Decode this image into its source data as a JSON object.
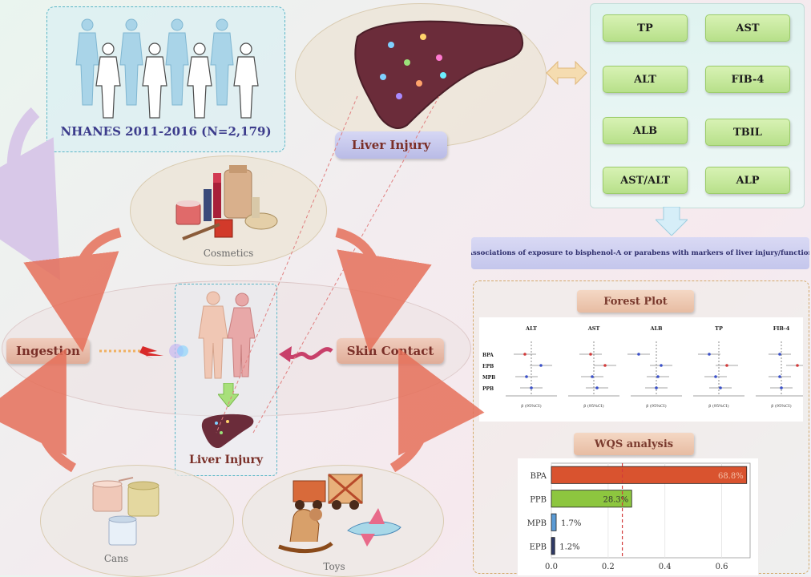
{
  "population": {
    "label": "NHANES  2011-2016  (N=2,179)"
  },
  "liver_top": {
    "label": "Liver Injury"
  },
  "markers": [
    "TP",
    "AST",
    "ALT",
    "FIB-4",
    "ALB",
    "TBIL",
    "AST/ALT",
    "ALP"
  ],
  "association_title": "Associations of exposure to bisphenol-A or parabens with markers of liver injury/function",
  "sources": {
    "cosmetics": "Cosmetics",
    "cans": "Cans",
    "toys": "Toys"
  },
  "routes": {
    "ingestion": "Ingestion",
    "skin_contact": "Skin Contact"
  },
  "liver_center": {
    "label": "Liver Injury"
  },
  "forest_plot": {
    "title": "Forest Plot",
    "panels": [
      "ALT",
      "AST",
      "ALB",
      "TP",
      "FIB-4"
    ],
    "rows": [
      "BPA",
      "EPB",
      "MPB",
      "PPB"
    ],
    "xlabel": "β (95%CI)"
  },
  "wqs": {
    "title": "WQS analysis",
    "chart_data": {
      "type": "bar",
      "orientation": "horizontal",
      "categories": [
        "BPA",
        "PPB",
        "MPB",
        "EPB"
      ],
      "values": [
        68.8,
        28.3,
        1.7,
        1.2
      ],
      "value_labels": [
        "68.8%",
        "28.3%",
        "1.7%",
        "1.2%"
      ],
      "xlim": [
        0,
        0.7
      ],
      "xticks": [
        "0.0",
        "0.2",
        "0.4",
        "0.6"
      ],
      "threshold": 0.25,
      "colors": [
        "#d9532f",
        "#8dc63f",
        "#5b9bd5",
        "#2f3a66"
      ]
    }
  },
  "colors": {
    "arrow": "#e6705a",
    "panel_border": "#5bb6c6",
    "liver": "#6b2c3a"
  }
}
